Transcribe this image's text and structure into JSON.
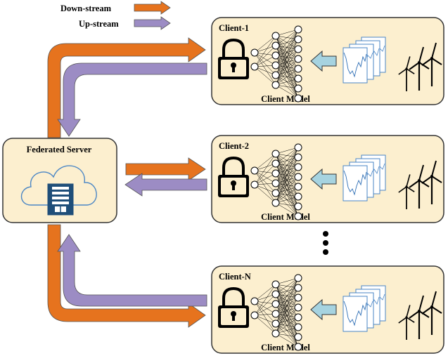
{
  "legend": {
    "downstream_label": "Down-stream",
    "upstream_label": "Up-stream"
  },
  "server": {
    "title": "Federated Server",
    "icon": "cloud-server-icon"
  },
  "clients": [
    {
      "name": "Client-1",
      "model_label": "Client Model",
      "lock_icon": "lock-icon",
      "turbine_icon": "wind-turbine-icon"
    },
    {
      "name": "Client-2",
      "model_label": "Client Model",
      "lock_icon": "lock-icon",
      "turbine_icon": "wind-turbine-icon"
    },
    {
      "name": "Client-N",
      "model_label": "Client Model",
      "lock_icon": "lock-icon",
      "turbine_icon": "wind-turbine-icon"
    }
  ],
  "ellipsis_icon": "vertical-ellipsis-icon",
  "colors": {
    "downstream": "#e6731e",
    "upstream": "#9c8cc4",
    "panel_fill": "#fcefcf",
    "small_arrow": "#a6d3e0",
    "server_icon": "#1f4e79"
  }
}
